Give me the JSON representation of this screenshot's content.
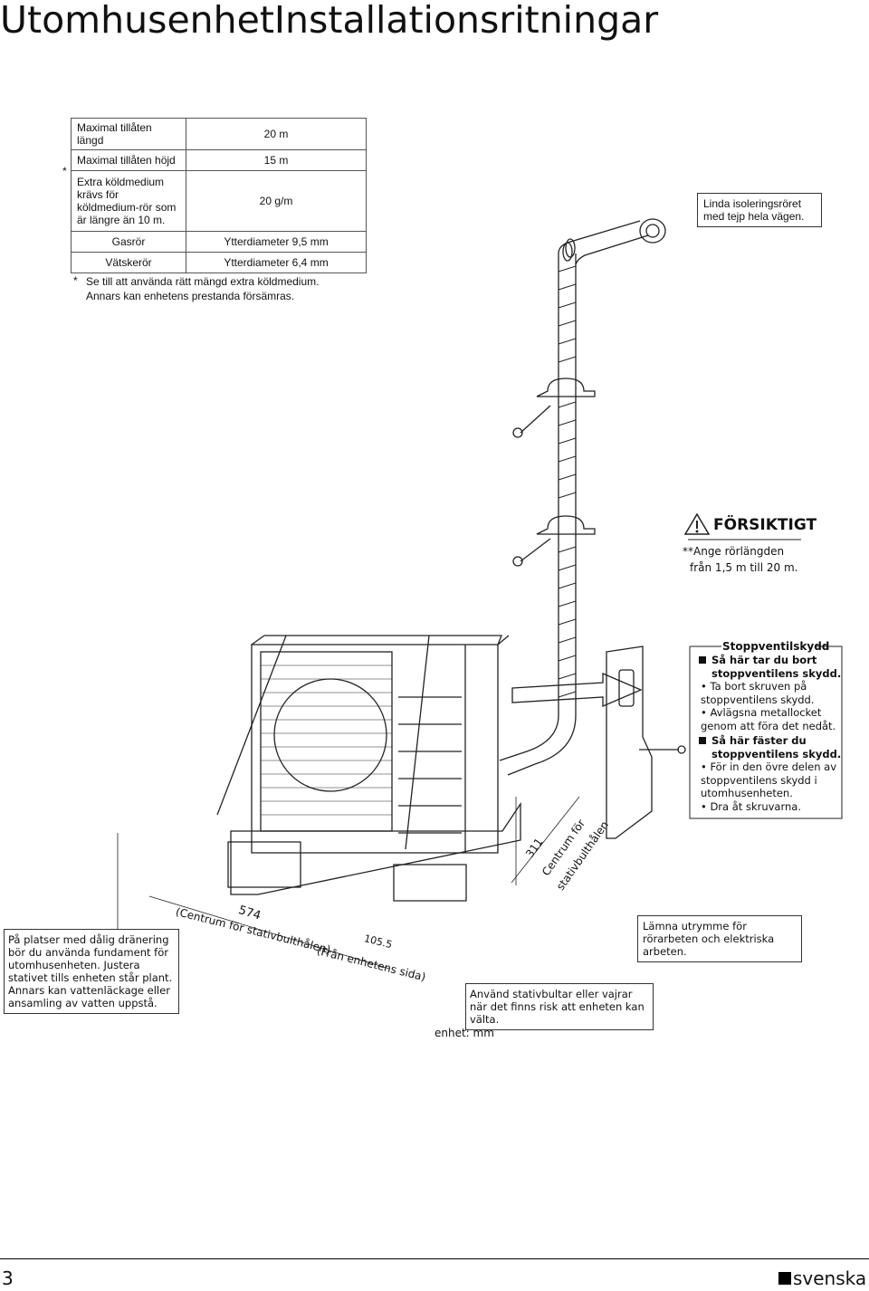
{
  "page": {
    "title": "UtomhusenhetInstallationsritningar",
    "page_number": "3",
    "language": "svenska",
    "unit_label": "enhet: mm"
  },
  "spec_table": {
    "rows": [
      {
        "label": "Maximal tillåten längd",
        "value": "20 m"
      },
      {
        "label": "Maximal tillåten höjd",
        "value": "15 m"
      },
      {
        "label": "Extra köldmedium krävs för köldmedium-rör som är längre än 10 m.",
        "value": "20 g/m",
        "asterisk": "*"
      },
      {
        "label": "Gasrör",
        "value": "Ytterdiameter 9,5 mm"
      },
      {
        "label": "Vätskerör",
        "value": "Ytterdiameter 6,4 mm"
      }
    ]
  },
  "footnote": {
    "asterisk": "*",
    "line1": "Se till att använda rätt mängd extra köldmedium.",
    "line2": "Annars kan enhetens prestanda försämras."
  },
  "callouts": {
    "wrap_tape": "Linda isoleringsröret med tejp hela vägen.",
    "caution_title": "FÖRSIKTIGT",
    "caution_line1": "**Ange rörlängden",
    "caution_line2": "från 1,5 m till 20 m.",
    "drainage": "På platser med dålig dränering bör du använda fundament för utomhusenheten. Justera stativet tills enheten står plant. Annars kan vattenläckage eller ansamling av vatten uppstå.",
    "bolts": "Använd stativbultar eller vajrar när det finns risk att enheten kan välta.",
    "space": "Lämna utrymme för rörarbeten och elektriska arbeten."
  },
  "valve_cover": {
    "heading": "Stoppventilskydd",
    "remove_title": "Så här tar du bort stoppventilens skydd.",
    "remove_steps": [
      "Ta bort skruven på stoppventilens skydd.",
      "Avlägsna metallocket genom att föra det nedåt."
    ],
    "attach_title": "Så här fäster du stoppventilens skydd.",
    "attach_steps": [
      "För in den övre delen av stoppventilens skydd i utomhusenheten.",
      "Dra åt skruvarna."
    ]
  },
  "dimensions": {
    "d574": "574",
    "d574_label": "(Centrum för stativbulthålen)",
    "d1055": "105.5",
    "d1055_label": "(Från enhetens sida)",
    "d311": "311",
    "d311_label1": "Centrum för",
    "d311_label2": "stativbulthålen"
  }
}
